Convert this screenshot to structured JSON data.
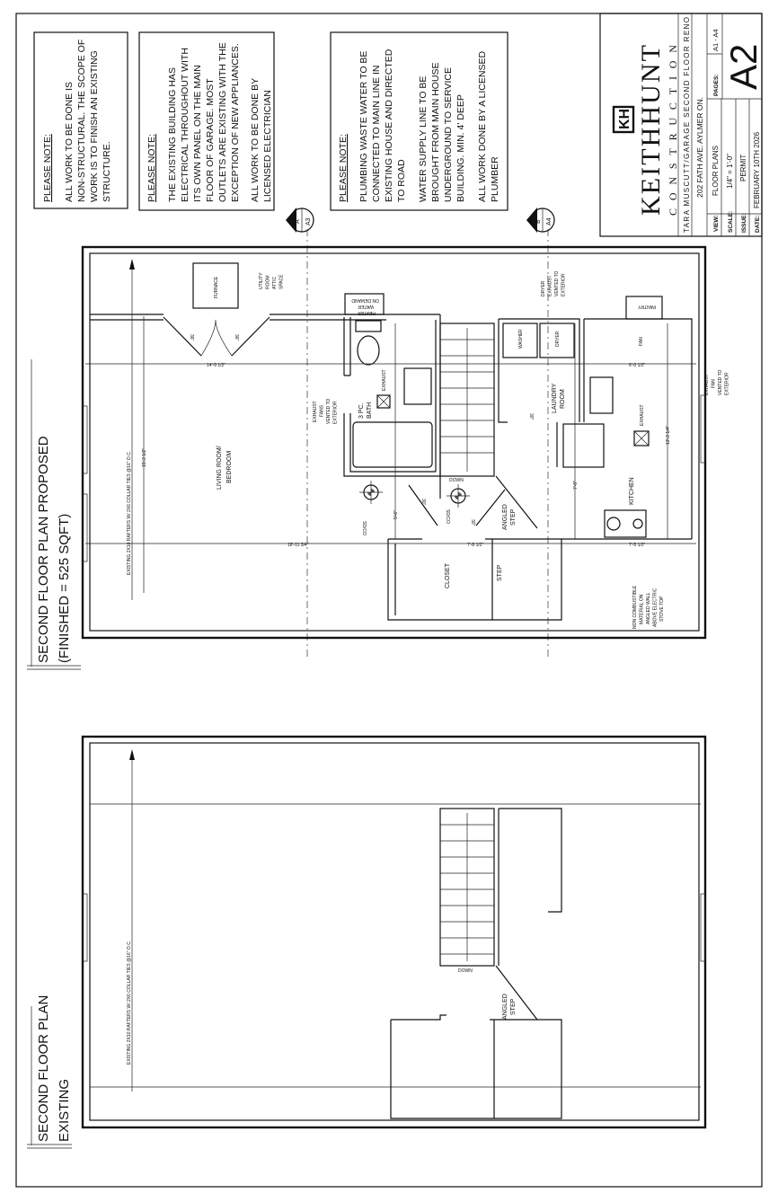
{
  "notes": [
    {
      "heading": "PLEASE NOTE:",
      "lines": [
        "ALL WORK TO BE DONE IS",
        "NON-STRUCTURAL. THE SCOPE OF",
        "WORK IS TO FINISH AN EXISTING",
        "STRUCTURE."
      ]
    },
    {
      "heading": "PLEASE NOTE:",
      "lines": [
        "THE EXISTING BUILDING HAS",
        "ELECTRICAL THROUGHOUT WITH",
        "ITS OWN PANEL ON THE MAIN",
        "FLOOR OF GARAGE. MOST",
        "OUTLETS ARE EXISTING WITH THE",
        "EXCEPTION OF NEW APPLIANCES.",
        "ALL WORK TO BE DONE BY",
        "LICENSED ELECTRICIAN"
      ]
    },
    {
      "heading": "PLEASE NOTE:",
      "lines": [
        "PLUMBING WASTE WATER TO BE",
        "CONNECTED TO MAIN LINE IN",
        "EXISTING HOUSE AND DIRECTED",
        "TO ROAD",
        "WATER SUPPLY LINE TO BE",
        "BROUGHT FROM MAIN HOUSE",
        "UNDERGROUND TO SERVICE",
        "BUILDING. MIN. 4' DEEP",
        "ALL WORK DONE BY A LICENSED",
        "PLUMBER"
      ]
    }
  ],
  "section_markers": [
    {
      "letter": "A",
      "sheet": "A3"
    },
    {
      "letter": "B",
      "sheet": "A4"
    }
  ],
  "title_block": {
    "company": "KEITHHUNT",
    "company_sub": "CONSTRUCTION",
    "logo": "KH",
    "project": "TARA MUSCUTT/GARAGE SECOND FLOOR RENO",
    "address": "202 FATH AVE. AYLMER ON.",
    "view_label": "VIEW:",
    "view": "FLOOR PLANS",
    "scale_label": "SCALE:",
    "scale": "1/4\" = 1'-0\"",
    "issue_label": "ISSUE:",
    "issue": "PERMIT",
    "date_label": "DATE:",
    "date": "FEBRUARY 10TH 2026",
    "pages_label": "PAGES:",
    "pages": "A1 - A4",
    "sheet": "A2"
  },
  "proposed": {
    "title": "SECOND FLOOR PLAN PROPOSED",
    "subtitle": "(FINISHED = 525 SQFT)",
    "rafters": "EXISTING 2X10 RAFTERS W/ 2X6 COLLAR TIES @16\" O.C.",
    "labels": {
      "furnace": "FURNACE",
      "utility": [
        "UTILITY",
        "ROOM",
        "ATTIC",
        "SPACE"
      ],
      "water_heater": [
        "ON DEMAND",
        "WATER",
        "HEATER"
      ],
      "living": [
        "LIVING ROOM/",
        "BEDROOM"
      ],
      "bath": [
        "3 PC.",
        "BATH"
      ],
      "exhaust": "EXHAUST",
      "bath_fans": [
        "EXHAUST",
        "FANS",
        "VENTED TO",
        "EXTERIOR"
      ],
      "washer": "WASHER",
      "dryer": "DRYER",
      "dryer_exhaust": [
        "DRYER",
        "EXHAUST",
        "VENTED TO",
        "EXTERIOR"
      ],
      "pantry": "PANTRY",
      "fan": "FAN",
      "laundry": [
        "LAUNDRY",
        "ROOM"
      ],
      "kitchen": "KITCHEN",
      "kitchen_exhaust": "EXHAUST",
      "kitchen_fan": [
        "EXHAUST",
        "FAN",
        "VENTED TO",
        "EXTERIOR"
      ],
      "closet": "CLOSET",
      "step": "STEP",
      "angled_step": [
        "ANGLED",
        "STEP"
      ],
      "down": "DOWN",
      "sdco": "SD/CO",
      "non_combustible": [
        "NON COMBUSTIBLE",
        "MATERIAL ON",
        "ANGLED WALL",
        "ABOVE ELECTRIC",
        "STOVE TOP"
      ],
      "door36": "36\"",
      "door30": "30\""
    },
    "dims": {
      "d1": "15'-3 1/2\"",
      "d2": "18'-11 3/4\"",
      "d3": "13'-3 1/4\"",
      "d4": "7'-9\"",
      "d5": "5'-6\"",
      "d6": "14'-9 1/2\"",
      "d7": "6'-0 1/2\"",
      "d8": "7'-5 1/2\"",
      "d9": "7'-8 1/2\""
    }
  },
  "existing": {
    "title": "SECOND FLOOR PLAN",
    "subtitle": "EXISTING",
    "rafters": "EXISTING 2X10 RAFTERS W/ 2X6 COLLAR TIES @16\" O.C.",
    "down": "DOWN",
    "angled_step": [
      "ANGLED",
      "STEP"
    ]
  }
}
